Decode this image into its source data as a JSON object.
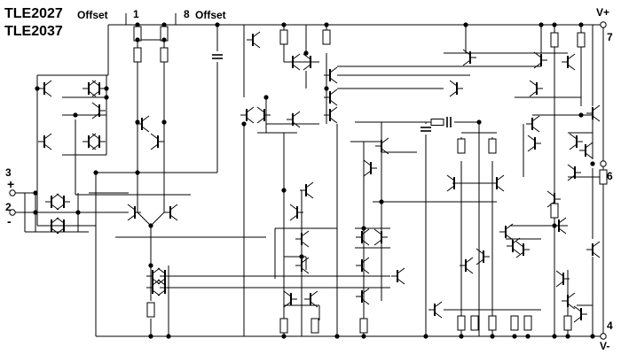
{
  "titles": {
    "part_1": "TLE2027",
    "part_2": "TLE2037"
  },
  "pins": {
    "offset_1": {
      "number": "1",
      "label": "Offset"
    },
    "offset_8": {
      "number": "8",
      "label": "Offset"
    },
    "non_inverting": {
      "number": "3",
      "sign": "+"
    },
    "inverting": {
      "number": "2",
      "sign": "-"
    },
    "supply_positive": {
      "number": "7",
      "label": "V+"
    },
    "output": {
      "number": "6"
    },
    "supply_negative": {
      "number": "4",
      "label": "V-"
    }
  }
}
